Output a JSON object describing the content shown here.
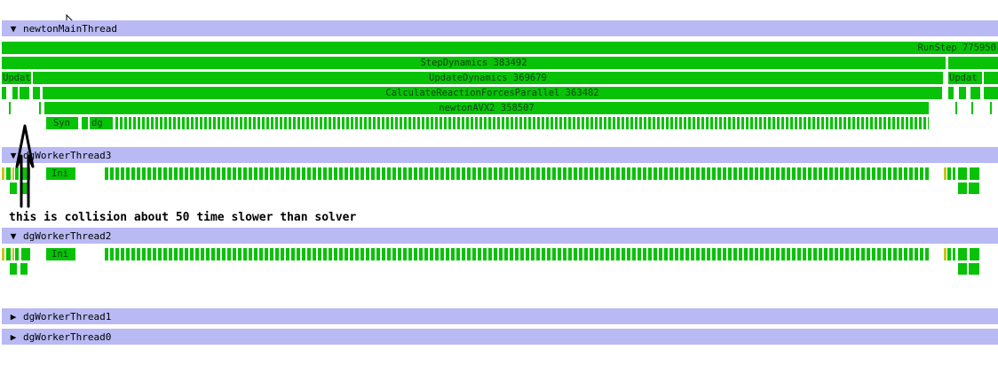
{
  "threads": {
    "main": {
      "toggle": "▼",
      "name": "newtonMainThread"
    },
    "worker3": {
      "toggle": "▼",
      "name": "dgWorkerThread3"
    },
    "worker2": {
      "toggle": "▼",
      "name": "dgWorkerThread2"
    },
    "worker1": {
      "toggle": "▶",
      "name": "dgWorkerThread1"
    },
    "worker0": {
      "toggle": "▶",
      "name": "dgWorkerThread0"
    }
  },
  "zones": {
    "run_step": "RunStep 775950",
    "step_dynamics": "StepDynamics 383492",
    "update_left": "Updat",
    "update_dynamics": "UpdateDynamics 369679",
    "update_right": "Updat",
    "calc_reaction": "CalculateReactionForcesParallel 363482",
    "newton_avx2": "newtonAVX2 358507",
    "syn": "Syn",
    "dg": "dg",
    "ini_w3": "Ini",
    "ini_w2": "Ini"
  },
  "annotation": "this is collision about 50 time slower than solver",
  "colors": {
    "zone_green": "#07c207",
    "header_lavender": "#b9b9f4",
    "wait_yellow": "#c5c51b"
  },
  "icons": {
    "cursor": "mouse-pointer-icon",
    "arrow": "up-arrow-annotation-icon"
  }
}
